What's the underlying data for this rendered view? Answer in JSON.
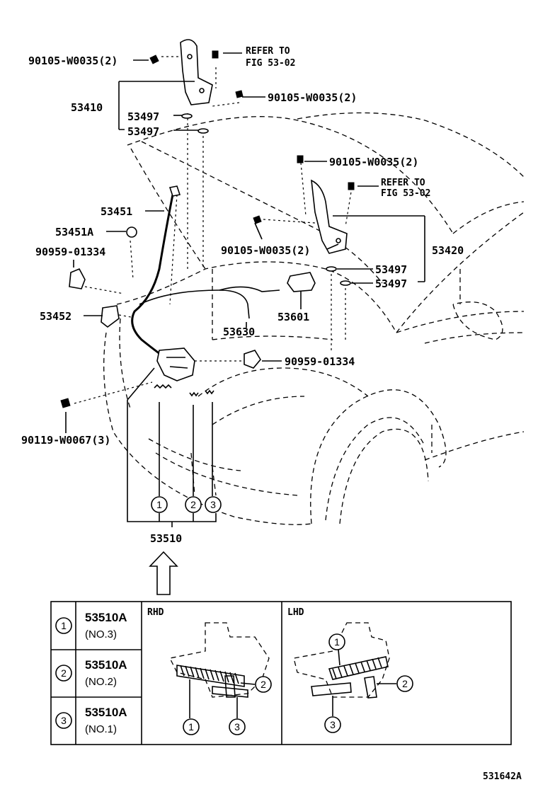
{
  "labels": {
    "bolt_tl": "90105-W0035(2)",
    "refer1_a": "REFER TO",
    "refer1_b": "FIG 53-02",
    "bolt_tr": "90105-W0035(2)",
    "hinge_l": "53410",
    "cush1": "53497",
    "cush2": "53497",
    "bolt_mid_r": "90105-W0035(2)",
    "refer2_a": "REFER TO",
    "refer2_b": "FIG 53-02",
    "cable": "53451",
    "grommet": "53451A",
    "clip_l": "90959-01334",
    "bolt_mid": "90105-W0035(2)",
    "hinge_r": "53420",
    "cush3": "53497",
    "cush4": "53497",
    "bracket": "53452",
    "handle": "53601",
    "cable2": "53630",
    "clip_r": "90959-01334",
    "bolt_lock": "90119-W0067(3)",
    "lock_assy": "53510",
    "fig_code": "531642A"
  },
  "callouts": [
    "1",
    "2",
    "3"
  ],
  "legend": {
    "rows": [
      {
        "num": "1",
        "part": "53510A",
        "note": "(NO.3)"
      },
      {
        "num": "2",
        "part": "53510A",
        "note": "(NO.2)"
      },
      {
        "num": "3",
        "part": "53510A",
        "note": "(NO.1)"
      }
    ],
    "rhd_title": "RHD",
    "lhd_title": "LHD"
  }
}
